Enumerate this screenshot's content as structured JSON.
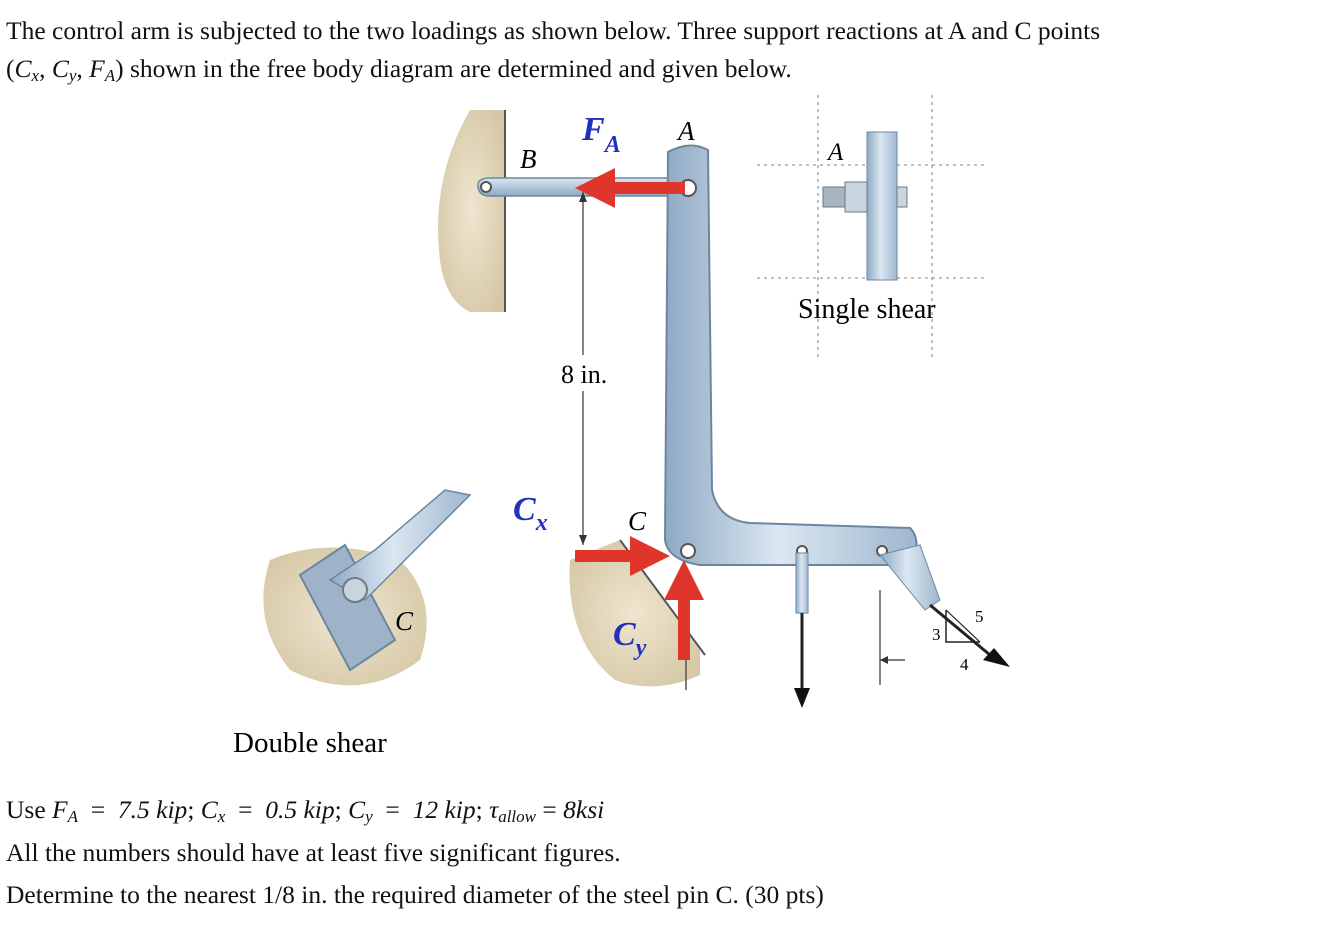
{
  "problem": {
    "intro_line1": "The control arm is subjected to the two loadings as shown below. Three support reactions at A and C points",
    "intro_line2": "shown in the free body diagram are determined and given below.",
    "reaction_list": "(Cx, Cy, FA)"
  },
  "figure": {
    "label_B": "B",
    "label_A_top": "A",
    "label_FA": "F",
    "label_FA_sub": "A",
    "label_A_detail": "A",
    "label_single_shear": "Single shear",
    "label_dim_8in": "8 in.",
    "label_Cx": "C",
    "label_Cx_sub": "x",
    "label_C_main": "C",
    "label_Cy": "C",
    "label_Cy_sub": "y",
    "label_C_detail": "C",
    "label_double_shear": "Double shear",
    "slope_3": "3",
    "slope_4": "4",
    "slope_5": "5"
  },
  "given": {
    "prefix": "Use",
    "FA": "7.5 kip",
    "Cx": "0.5 kip",
    "Cy": "12 kip",
    "tau_allow": "8ksi",
    "note": "All the numbers should have at least five significant figures.",
    "question": "Determine to the nearest 1/8 in. the required diameter of the steel pin C. (30 pts)"
  },
  "colors": {
    "arrow_red": "#e0352b",
    "label_blue": "#2233bb",
    "metal": "#b9cfe3",
    "ground": "#e6dcc4"
  }
}
